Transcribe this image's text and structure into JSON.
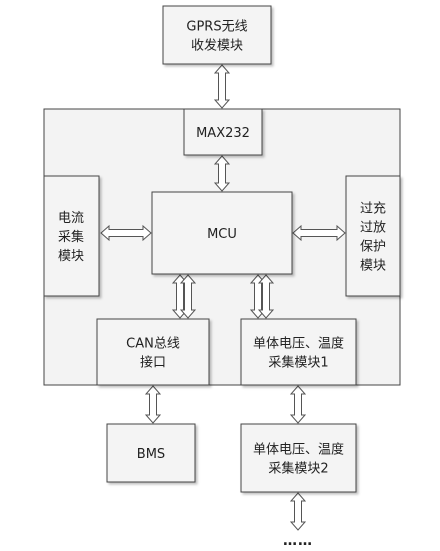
{
  "diagram": {
    "colors": {
      "box_fill": "#f4f4f4",
      "box_stroke": "#444444",
      "outer_fill": "#f3f3f3",
      "arrow_fill": "#ffffff",
      "arrow_stroke": "#555555"
    },
    "outer_container": {
      "label": ""
    },
    "nodes": {
      "gprs": {
        "lines": [
          "GPRS无线",
          "收发模块"
        ]
      },
      "max232": {
        "lines": [
          "MAX232"
        ]
      },
      "mcu": {
        "lines": [
          "MCU"
        ]
      },
      "current": {
        "lines": [
          "电流",
          "采集",
          "模块"
        ]
      },
      "protect": {
        "lines": [
          "过充",
          "过放",
          "保护",
          "模块"
        ]
      },
      "can": {
        "lines": [
          "CAN总线",
          "接口"
        ]
      },
      "cell1": {
        "lines": [
          "单体电压、温度",
          "采集模块1"
        ]
      },
      "bms": {
        "lines": [
          "BMS"
        ]
      },
      "cell2": {
        "lines": [
          "单体电压、温度",
          "采集模块2"
        ]
      },
      "ellipsis": {
        "text": "……"
      }
    }
  }
}
